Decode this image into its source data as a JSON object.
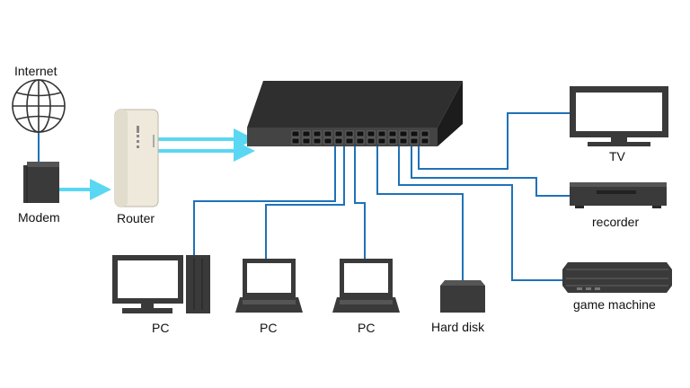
{
  "colors": {
    "cable": "#1f72b8",
    "uplink": "#5ad7f2",
    "device": "#3a3a3a",
    "device_dark": "#2a2a2a",
    "router_body": "#efe9dc",
    "background": "#ffffff"
  },
  "labels": {
    "internet": "Internet",
    "modem": "Modem",
    "router": "Router",
    "pc1": "PC",
    "pc2": "PC",
    "pc3": "PC",
    "hard_disk": "Hard disk",
    "tv": "TV",
    "recorder": "recorder",
    "game_machine": "game machine"
  },
  "icons": {
    "internet": "globe-icon",
    "modem": "modem-icon",
    "router": "router-icon",
    "switch": "network-switch-icon",
    "desktop_pc": "desktop-pc-icon",
    "laptop": "laptop-icon",
    "hard_disk": "hard-disk-icon",
    "tv": "tv-icon",
    "recorder": "recorder-icon",
    "game_machine": "game-console-icon"
  }
}
